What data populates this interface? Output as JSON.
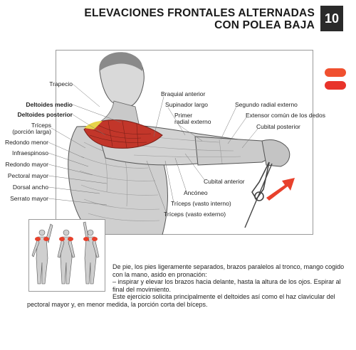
{
  "header": {
    "title_line1": "ELEVACIONES FRONTALES ALTERNADAS",
    "title_line2": "CON POLEA BAJA",
    "badge": "10"
  },
  "colors": {
    "accent": "#e8412c",
    "pill_top": "#f0502f",
    "pill_bottom": "#e8332a"
  },
  "labels_left": [
    "Trapecio",
    "Deltoides medio",
    "Deltoides posterior",
    "Tríceps",
    "(porción larga)",
    "Redondo menor",
    "Infraespinoso",
    "Redondo mayor",
    "Pectoral mayor",
    "Dorsal ancho",
    "Serrato mayor"
  ],
  "labels_right": [
    "Braquial anterior",
    "Supinador largo",
    "Primer",
    "radial externo",
    "Segundo radial externo",
    "Extensor común de los dedos",
    "Cubital posterior",
    "Cubital anterior",
    "Ancóneo",
    "Tríceps (vasto interno)",
    "Tríceps (vasto externo)"
  ],
  "description": {
    "p1": "De pie, los pies ligeramente separados, brazos paralelos al tronco, mango cogido con la mano, asido en pronación:",
    "p2": "– inspirar y elevar los brazos hacia delante, hasta la altura de los ojos. Espirar al final del movimiento.",
    "p3_start": "Este ejercicio solicita principalmente el deltoides así como el haz clavicular del",
    "p3_end": "pectoral mayor y, en menor medida, la porción corta del bíceps."
  }
}
